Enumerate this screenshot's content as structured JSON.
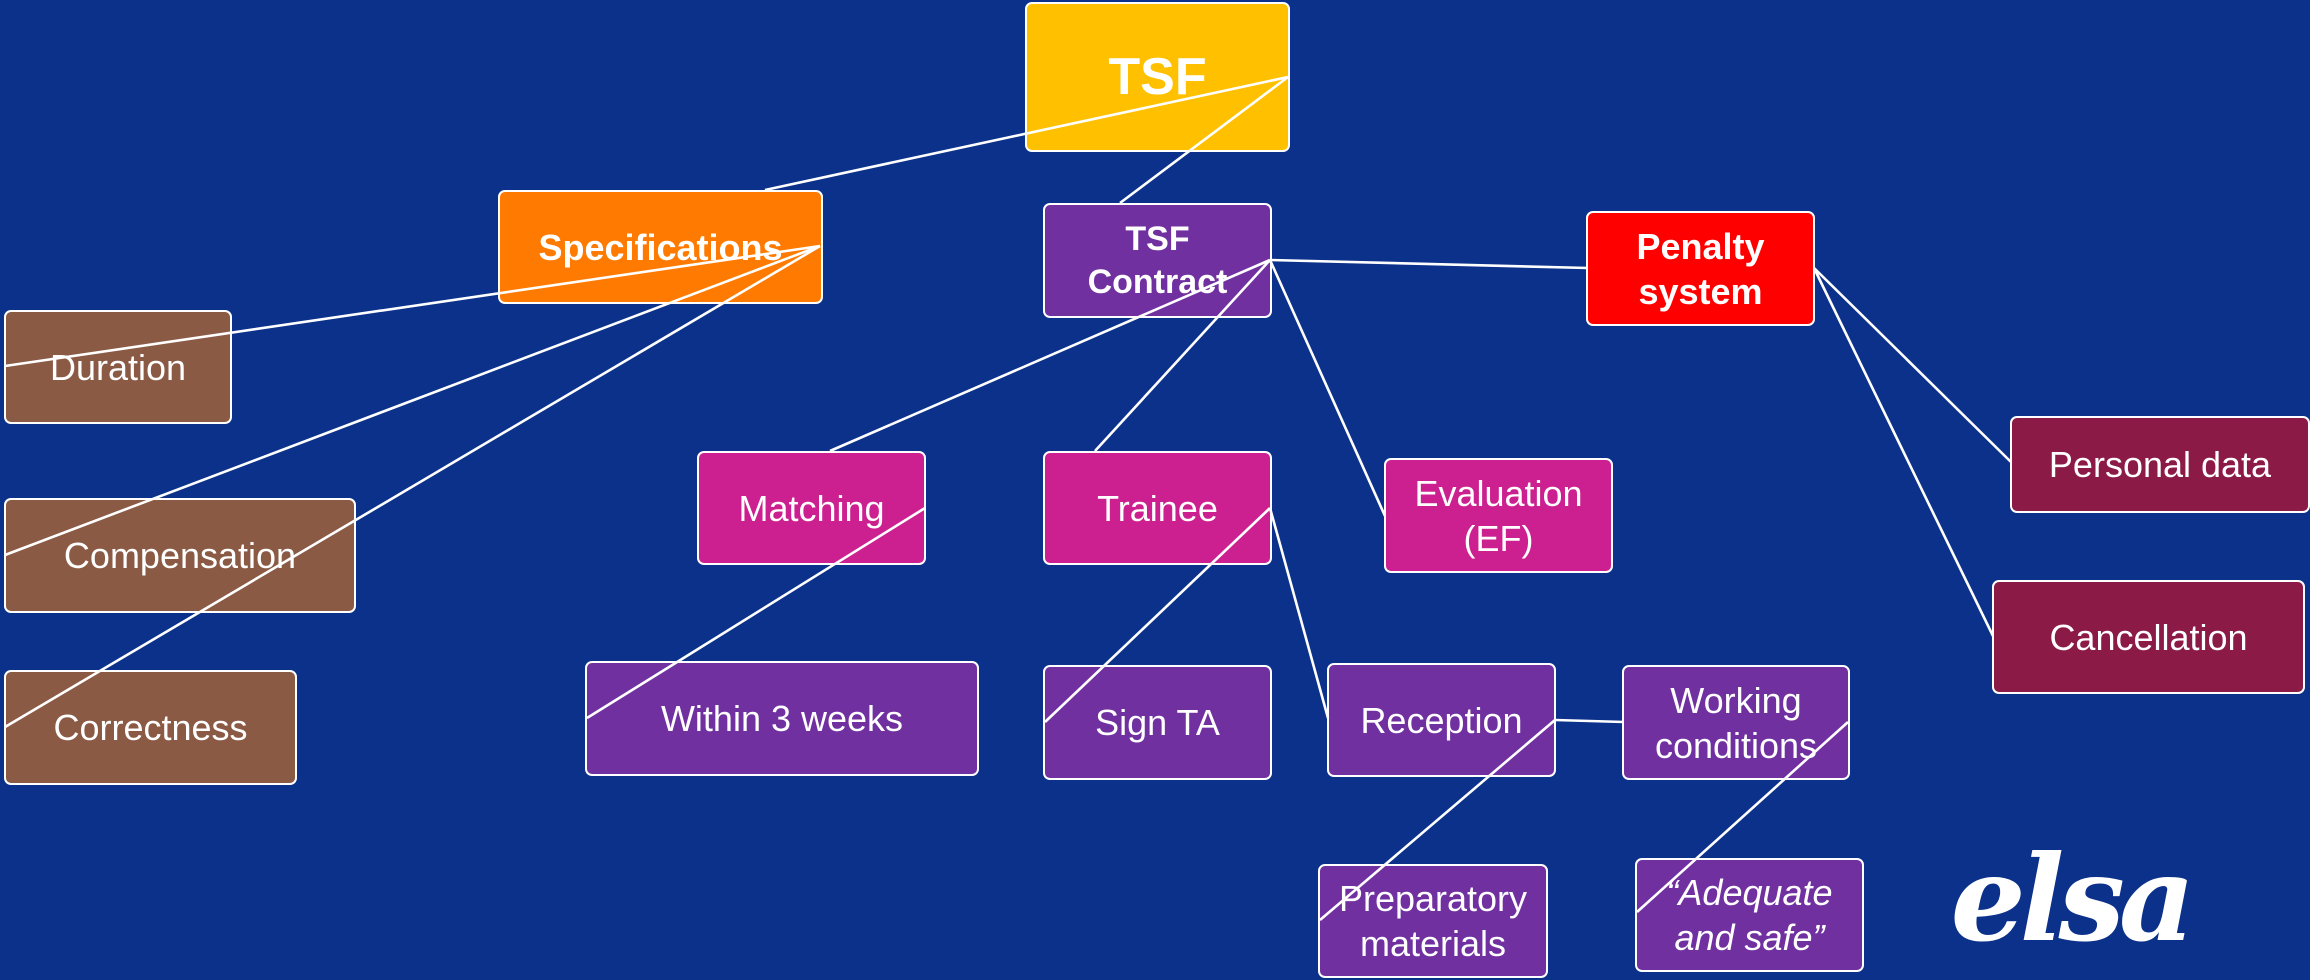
{
  "colors": {
    "background": "#0c318a",
    "root": "#ffc000",
    "specifications": "#ff7a00",
    "specification_items": "#8a5a45",
    "contract": "#7030a0",
    "contract_items": "#cd2090",
    "penalty": "#ff0000",
    "penalty_items": "#8b1a47",
    "connector": "#ffffff"
  },
  "nodes": {
    "tsf": "TSF",
    "specifications": "Specifications",
    "tsf_contract": "TSF\nContract",
    "penalty_system": "Penalty\nsystem",
    "duration": "Duration",
    "compensation": "Compensation",
    "correctness": "Correctness",
    "matching": "Matching",
    "trainee": "Trainee",
    "evaluation": "Evaluation\n(EF)",
    "personal_data": "Personal data",
    "cancellation": "Cancellation",
    "within_3_weeks": "Within 3 weeks",
    "sign_ta": "Sign TA",
    "reception": "Reception",
    "working_conditions": "Working\nconditions",
    "preparatory_materials": "Preparatory\nmaterials",
    "adequate_and_safe": "“Adequate\nand safe”"
  },
  "logo": {
    "text": "elsa"
  }
}
